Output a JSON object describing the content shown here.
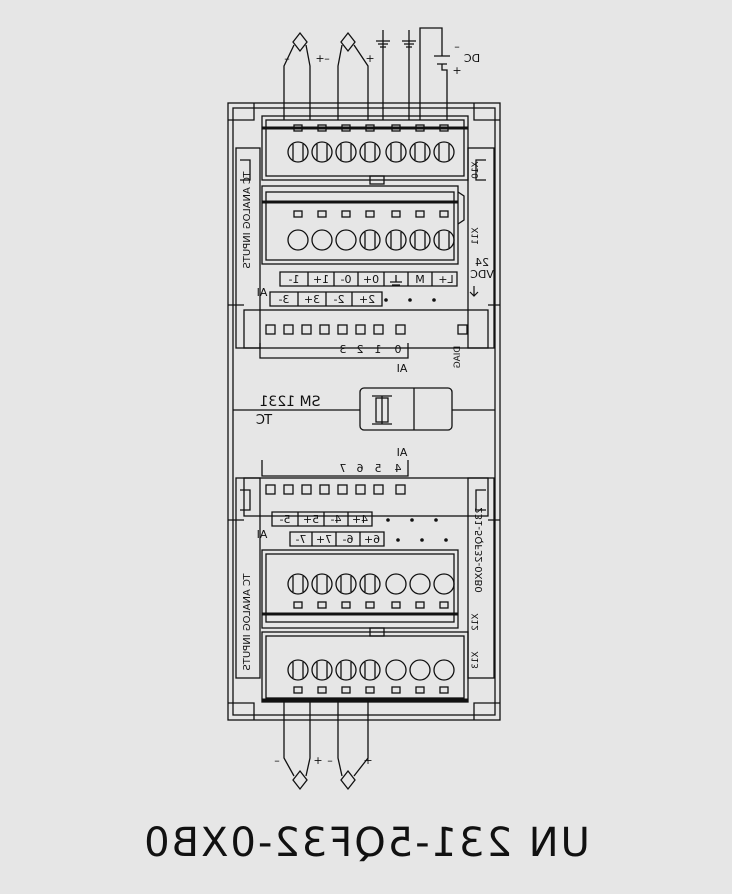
{
  "model_number": "UN 231-5QF32-0XB0",
  "module": {
    "name": "SM 1231",
    "type": "TC",
    "part_number": "231-5QF32-0XB0"
  },
  "connectors": {
    "top_outer": "X10",
    "top_inner": "X11",
    "bottom_inner": "X12",
    "bottom_outer": "X13"
  },
  "side_label": "TC ANALOG INPUTS",
  "power": {
    "label_line1": "24",
    "label_line2": "VDC",
    "dc_label": "DC",
    "minus": "–",
    "plus": "+",
    "terminals": [
      "L+",
      "M"
    ]
  },
  "polarity": {
    "minus": "–",
    "plus": "+"
  },
  "ai_label": "AI",
  "diag_label": "DIAG",
  "top_row1_terminals": [
    "1-",
    "1+",
    "0-",
    "0+"
  ],
  "top_row2_terminals": [
    "3-",
    "3+",
    "2-",
    "2+"
  ],
  "top_leds": [
    "0",
    "1",
    "2",
    "3"
  ],
  "bottom_leds": [
    "4",
    "5",
    "6",
    "7"
  ],
  "bottom_row1_terminals": [
    "5-",
    "5+",
    "4-",
    "4+"
  ],
  "bottom_row2_terminals": [
    "7-",
    "7+",
    "6-",
    "6+"
  ],
  "colors": {
    "line": "#111111",
    "background": "#e6e6e6"
  }
}
